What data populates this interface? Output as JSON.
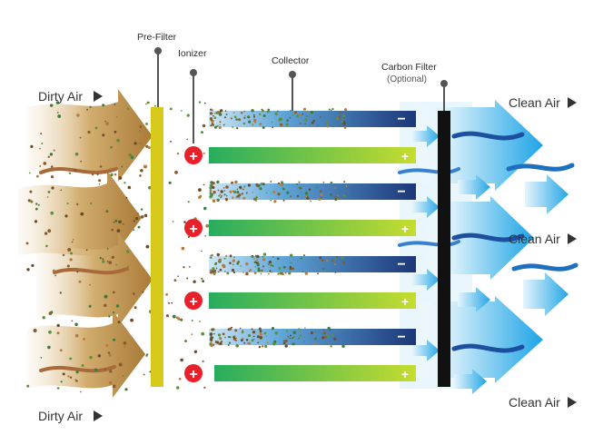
{
  "labels": {
    "dirty_air_top": "Dirty Air",
    "dirty_air_bottom": "Dirty Air",
    "pre_filter": "Pre-Filter",
    "ionizer": "Ionizer",
    "collector": "Collector",
    "carbon_filter": "Carbon Filter",
    "carbon_filter_note": "(Optional)",
    "clean_air_top": "Clean Air",
    "clean_air_middle": "Clean Air",
    "clean_air_bottom": "Clean Air"
  },
  "symbols": {
    "negative": "−",
    "positive": "+"
  },
  "colors": {
    "pre_filter": "#d6c91a",
    "carbon_filter": "#111111",
    "negative_plate": "#1f3f86",
    "positive_plate": "#7cc242",
    "ionizer": "#e8202a",
    "dirty_air": "#b98d4c",
    "clean_air": "#29a9e8"
  }
}
